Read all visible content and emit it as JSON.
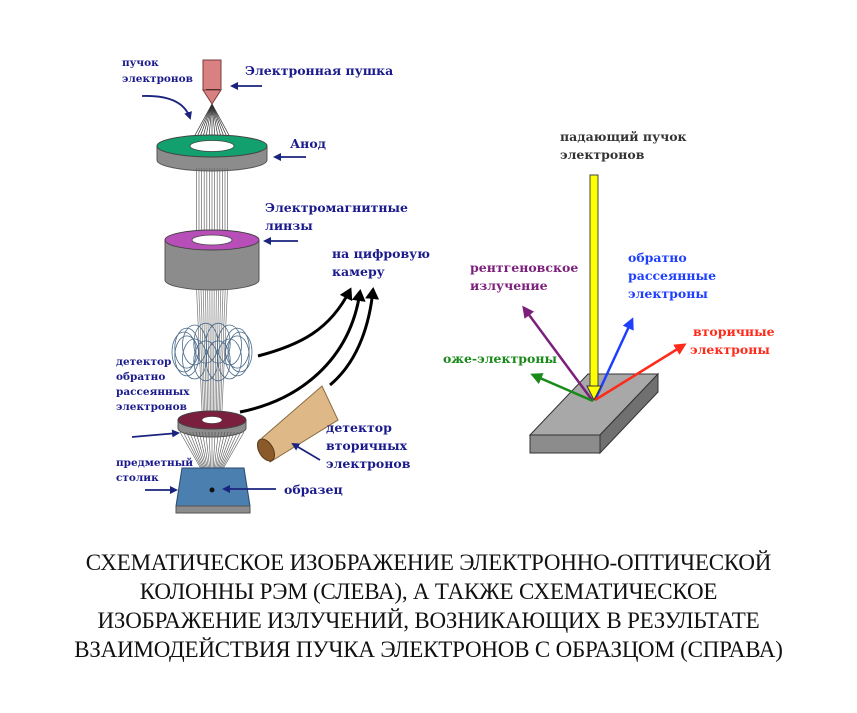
{
  "left_diagram": {
    "title": "SEM electron-optical column",
    "labels": {
      "electron_beam": [
        "пучок",
        "электронов"
      ],
      "electron_gun": "Электронная пушка",
      "anode": "Анод",
      "em_lenses": [
        "Электромагнитные",
        "линзы"
      ],
      "to_camera": [
        "на цифровую",
        "камеру"
      ],
      "bse_detector": [
        "детектор",
        "обратно",
        "рассеянных",
        "электронов"
      ],
      "se_detector": [
        "детектор",
        "вторичных",
        "электронов"
      ],
      "stage": [
        "предметный",
        "столик"
      ],
      "sample": "образец"
    }
  },
  "right_diagram": {
    "title": "Emissions from beam-sample interaction",
    "labels": {
      "incident_beam": [
        "падающий пучок",
        "электронов"
      ],
      "xray": [
        "рентгеновское",
        "излучение"
      ],
      "backscattered": [
        "обратно",
        "рассеянные",
        "электроны"
      ],
      "secondary": [
        "вторичные",
        "электроны"
      ],
      "auger": "оже-электроны"
    }
  },
  "colors": {
    "label_blue": "#1a1a8c",
    "arrow_navy": "#1a237e",
    "gun": "#d98080",
    "anode_top": "#12a06e",
    "lens_top": "#b84fb8",
    "body_gray": "#8c8c8c",
    "bse_ring": "#7a1f3d",
    "se_cone": "#deb887",
    "stage": "#4a7fb0",
    "beam_yellow": "#ffff00",
    "xray": "#7b1f7b",
    "bse_arrow": "#1f3fff",
    "se_arrow": "#ff2a1a",
    "auger": "#1a8a1a",
    "incident_label": "#333333"
  },
  "caption": {
    "lines": [
      "СХЕМАТИЧЕСКОЕ ИЗОБРАЖЕНИЕ ЭЛЕКТРОННО-ОПТИЧЕСКОЙ",
      "КОЛОННЫ РЭМ (СЛЕВА), А ТАКЖЕ СХЕМАТИЧЕСКОЕ",
      "ИЗОБРАЖЕНИЕ ИЗЛУЧЕНИЙ, ВОЗНИКАЮЩИХ В РЕЗУЛЬТАТЕ",
      "ВЗАИМОДЕЙСТВИЯ ПУЧКА ЭЛЕКТРОНОВ С ОБРАЗЦОМ (СПРАВА)"
    ]
  }
}
